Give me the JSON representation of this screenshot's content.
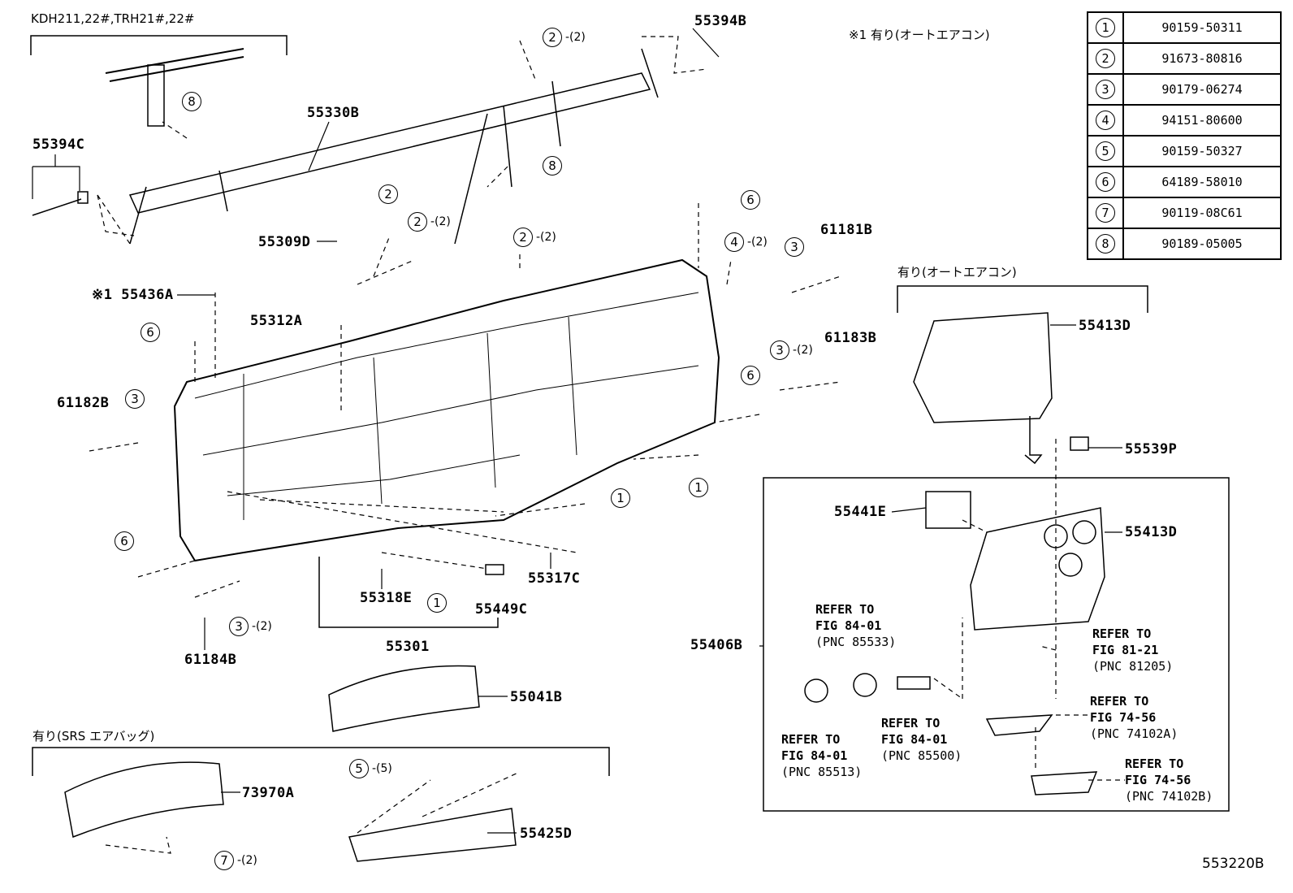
{
  "header": {
    "model_note": "KDH211,22#,TRH21#,22#",
    "auto_ac_note": "※1  有り(オートエアコン)",
    "auto_ac_group": "有り(オートエアコン)",
    "srs_group": "有り(SRS エアバッグ)",
    "drawing_code": "553220B"
  },
  "legend_table": [
    {
      "num": "1",
      "part": "90159-50311"
    },
    {
      "num": "2",
      "part": "91673-80816"
    },
    {
      "num": "3",
      "part": "90179-06274"
    },
    {
      "num": "4",
      "part": "94151-80600"
    },
    {
      "num": "5",
      "part": "90159-50327"
    },
    {
      "num": "6",
      "part": "64189-58010"
    },
    {
      "num": "7",
      "part": "90119-08C61"
    },
    {
      "num": "8",
      "part": "90189-05005"
    }
  ],
  "labels": {
    "p55394B": "55394B",
    "p55330B": "55330B",
    "p55394C": "55394C",
    "p55309D": "55309D",
    "p55436A": "※1 55436A",
    "p55312A": "55312A",
    "p61181B": "61181B",
    "p61183B": "61183B",
    "p61182B": "61182B",
    "p55413D_a": "55413D",
    "p55539P": "55539P",
    "p55441E": "55441E",
    "p55413D_b": "55413D",
    "p55406B": "55406B",
    "p55317C": "55317C",
    "p55318E": "55318E",
    "p55449C": "55449C",
    "p55301": "55301",
    "p61184B": "61184B",
    "p55041B": "55041B",
    "p73970A": "73970A",
    "p55425D": "55425D"
  },
  "callouts": [
    {
      "num": "8",
      "qty": ""
    },
    {
      "num": "2",
      "qty": "-(2)"
    },
    {
      "num": "8",
      "qty": ""
    },
    {
      "num": "2",
      "qty": ""
    },
    {
      "num": "2",
      "qty": "-(2)"
    },
    {
      "num": "2",
      "qty": "-(2)"
    },
    {
      "num": "6",
      "qty": ""
    },
    {
      "num": "4",
      "qty": "-(2)"
    },
    {
      "num": "3",
      "qty": ""
    },
    {
      "num": "6",
      "qty": ""
    },
    {
      "num": "3",
      "qty": "-(2)"
    },
    {
      "num": "6",
      "qty": ""
    },
    {
      "num": "3",
      "qty": ""
    },
    {
      "num": "1",
      "qty": ""
    },
    {
      "num": "1",
      "qty": ""
    },
    {
      "num": "6",
      "qty": ""
    },
    {
      "num": "1",
      "qty": ""
    },
    {
      "num": "3",
      "qty": "-(2)"
    },
    {
      "num": "5",
      "qty": "-(5)"
    },
    {
      "num": "7",
      "qty": "-(2)"
    }
  ],
  "refs": [
    {
      "l1": "REFER TO",
      "l2": "FIG 84-01",
      "l3": "(PNC 85533)"
    },
    {
      "l1": "REFER TO",
      "l2": "FIG 81-21",
      "l3": "(PNC 81205)"
    },
    {
      "l1": "REFER TO",
      "l2": "FIG 74-56",
      "l3": "(PNC 74102A)"
    },
    {
      "l1": "REFER TO",
      "l2": "FIG 84-01",
      "l3": "(PNC 85500)"
    },
    {
      "l1": "REFER TO",
      "l2": "FIG 84-01",
      "l3": "(PNC 85513)"
    },
    {
      "l1": "REFER TO",
      "l2": "FIG 74-56",
      "l3": "(PNC 74102B)"
    }
  ]
}
